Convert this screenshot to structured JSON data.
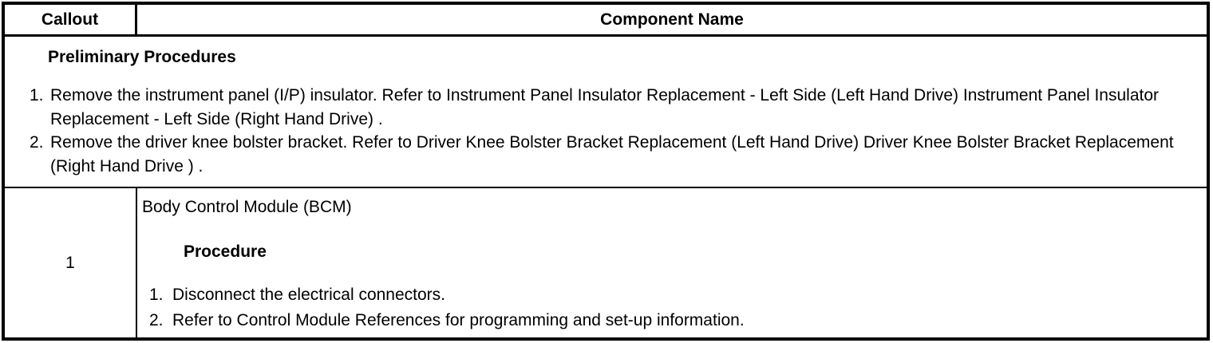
{
  "colors": {
    "border": "#000000",
    "background": "#ffffff",
    "text": "#000000"
  },
  "table": {
    "header": {
      "callout_label": "Callout",
      "component_name_label": "Component Name"
    },
    "preliminary": {
      "heading": "Preliminary Procedures",
      "items": [
        {
          "number": "1.",
          "text": "Remove the instrument panel (I/P) insulator. Refer to Instrument Panel Insulator Replacement - Left Side (Left Hand Drive) Instrument Panel Insulator Replacement - Left Side (Right Hand Drive) ."
        },
        {
          "number": "2.",
          "text": "Remove the driver knee bolster bracket. Refer to Driver Knee Bolster Bracket Replacement (Left Hand Drive) Driver Knee Bolster Bracket Replacement (Right Hand Drive ) ."
        }
      ]
    },
    "rows": [
      {
        "callout": "1",
        "component_name": "Body Control Module (BCM)",
        "procedure_heading": "Procedure",
        "steps": [
          {
            "number": "1.",
            "text": "Disconnect the electrical connectors."
          },
          {
            "number": "2.",
            "text": "Refer to Control Module References for programming and set-up information."
          }
        ]
      }
    ]
  }
}
